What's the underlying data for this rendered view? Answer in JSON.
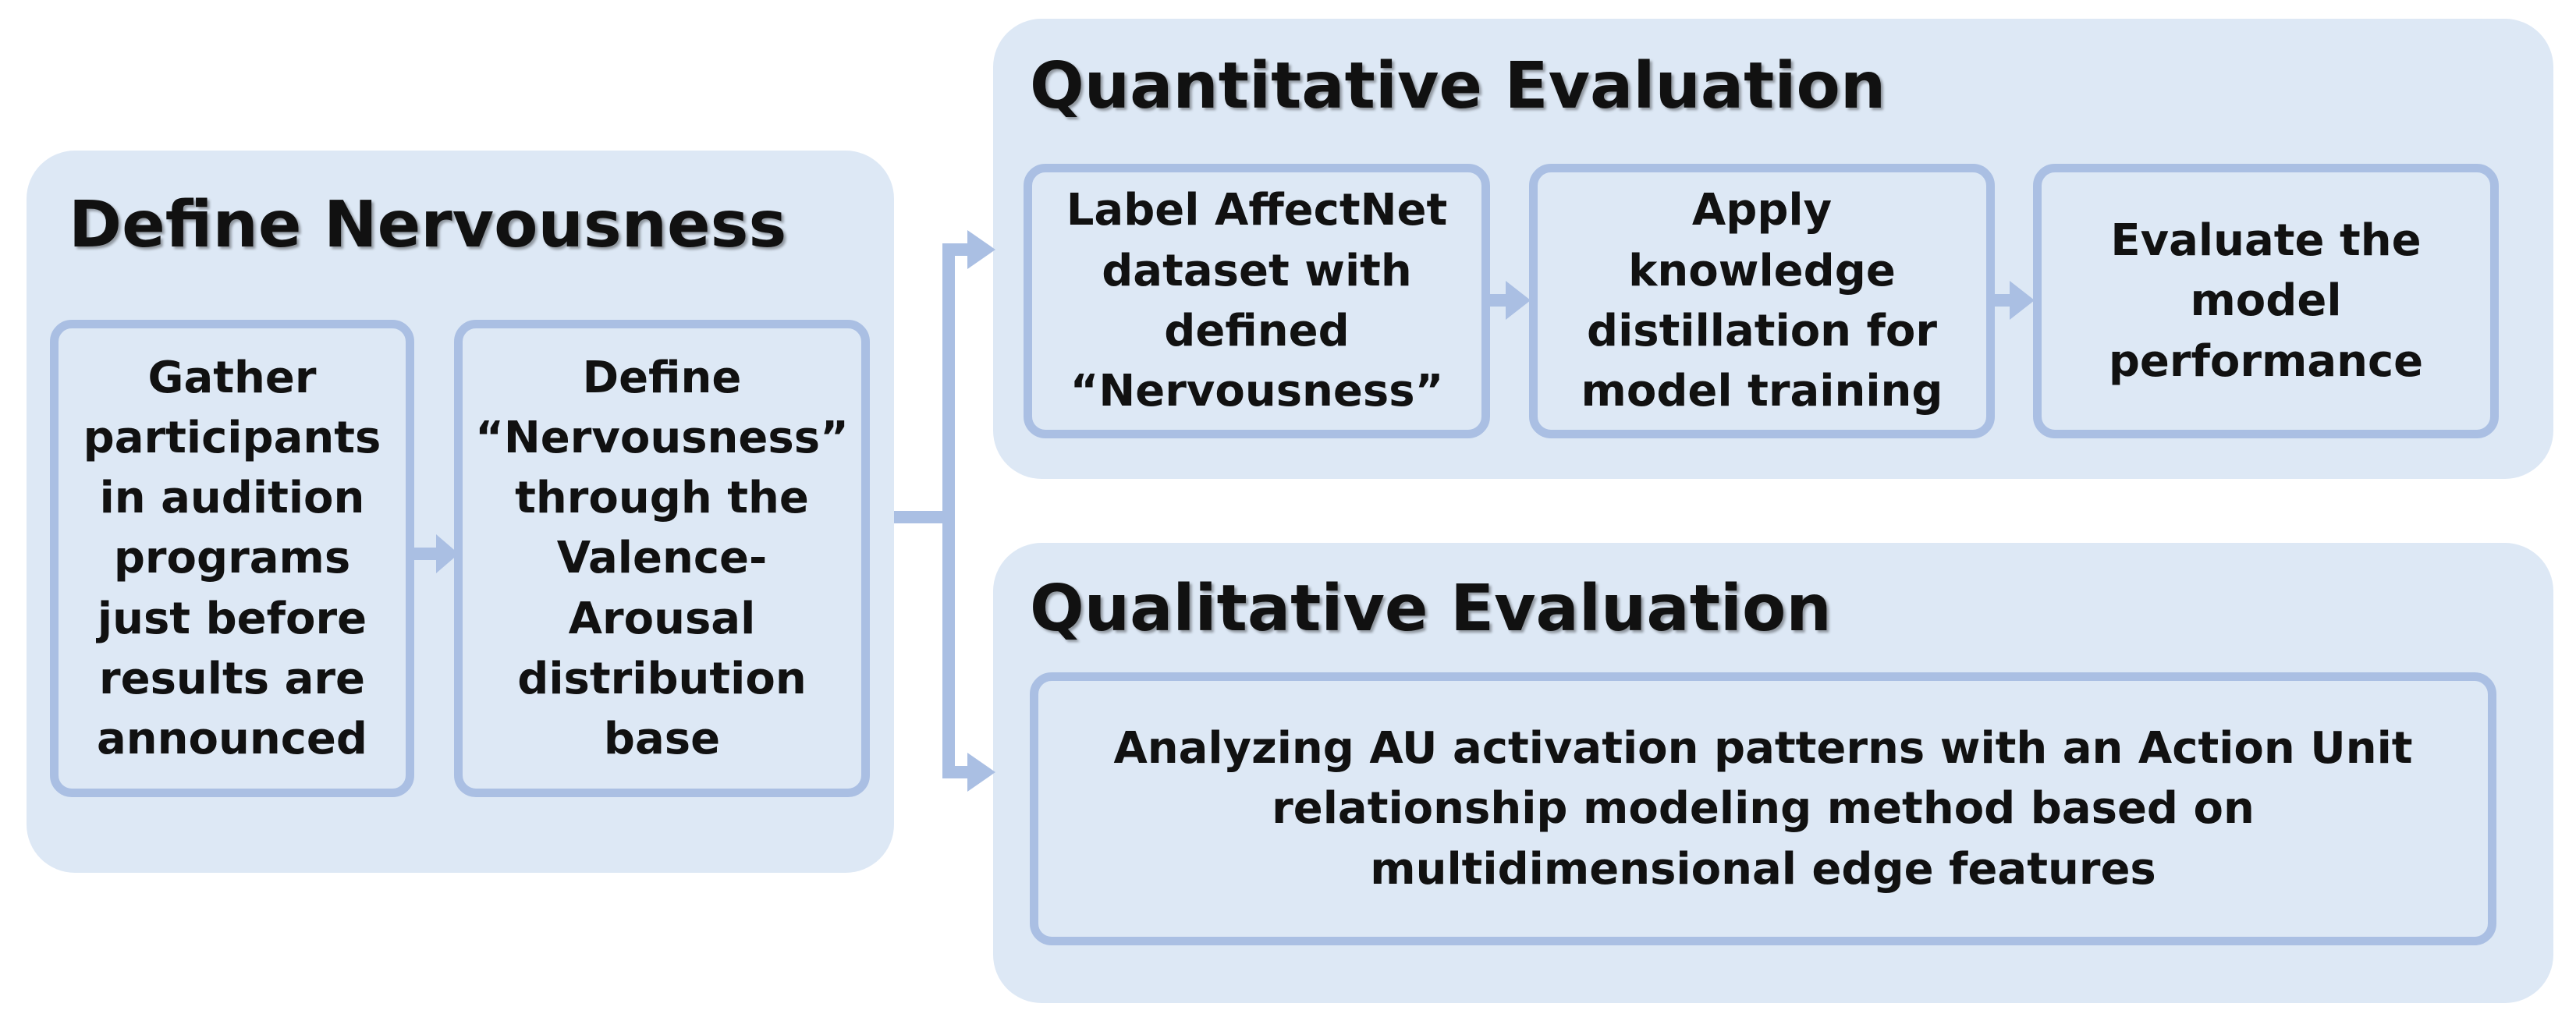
{
  "colors": {
    "panel_fill": "#dde8f5",
    "box_border": "#aabfe3",
    "arrow": "#aabfe3",
    "text": "#111111"
  },
  "define_panel": {
    "title": "Define Nervousness",
    "steps": [
      "Gather\nparticipants\nin audition\nprograms\njust before\nresults are\nannounced",
      "Define\n“Nervousness”\nthrough the\nValence-\nArousal\ndistribution\nbase"
    ]
  },
  "quantitative_panel": {
    "title": "Quantitative Evaluation",
    "steps": [
      "Label AffectNet\ndataset with\ndefined\n“Nervousness”",
      "Apply\nknowledge\ndistillation for\nmodel training",
      "Evaluate the\nmodel\nperformance"
    ]
  },
  "qualitative_panel": {
    "title": "Qualitative Evaluation",
    "steps": [
      "Analyzing AU activation patterns with an Action Unit\nrelationship modeling method based on\nmultidimensional edge features"
    ]
  }
}
